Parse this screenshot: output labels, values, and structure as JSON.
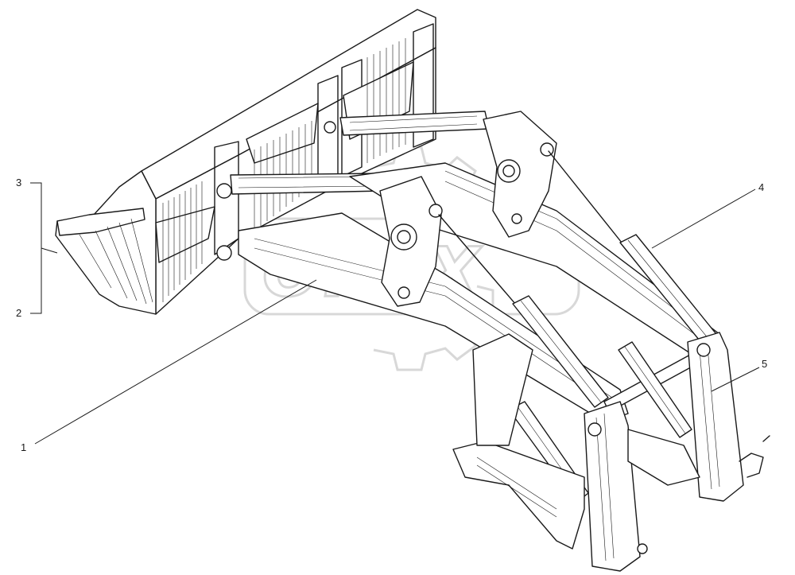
{
  "callouts": [
    {
      "id": "c1",
      "label": "1"
    },
    {
      "id": "c2",
      "label": "2"
    },
    {
      "id": "c3",
      "label": "3"
    },
    {
      "id": "c4",
      "label": "4"
    },
    {
      "id": "c5",
      "label": "5"
    }
  ],
  "watermark": {
    "text": "ОРЕХ"
  },
  "colors": {
    "ink": "#1a1a1a",
    "background": "#ffffff",
    "watermark": "#b8b8b8"
  }
}
